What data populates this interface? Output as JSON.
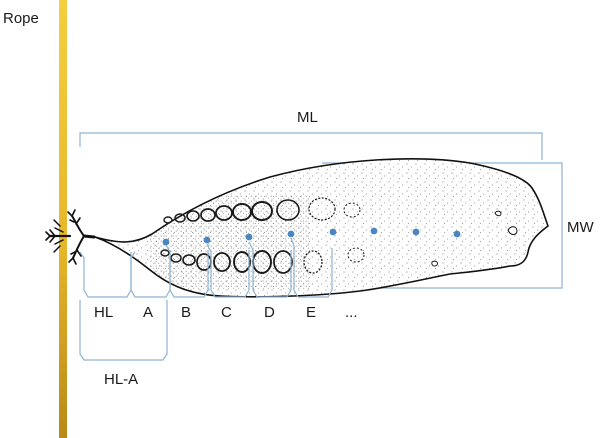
{
  "labels": {
    "rope": "Rope",
    "ml": "ML",
    "mw": "MW",
    "hl_a": "HL-A",
    "segments": [
      "HL",
      "A",
      "B",
      "C",
      "D",
      "E",
      "..."
    ]
  },
  "colors": {
    "rope_top": "#f4cf3f",
    "rope_bottom": "#b98a17",
    "bracket": "#8fb3d3",
    "dot": "#4a86c0",
    "ink": "#1a1a1a"
  },
  "icons": {
    "holdfast": "holdfast-icon"
  }
}
